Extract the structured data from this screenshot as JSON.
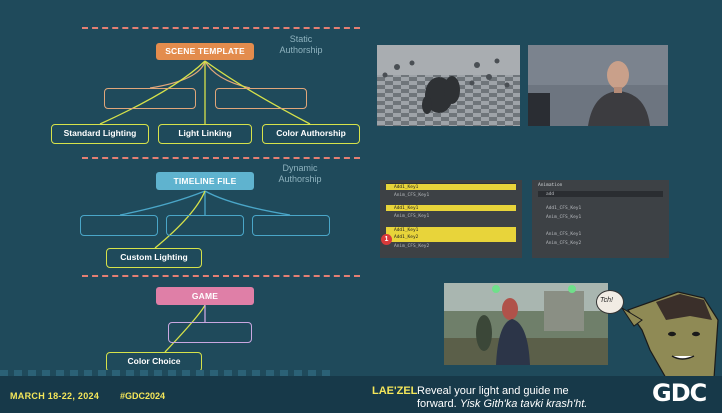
{
  "sections": {
    "static": {
      "label_line1": "Static",
      "label_line2": "Authorship"
    },
    "dynamic": {
      "label_line1": "Dynamic",
      "label_line2": "Authorship"
    }
  },
  "nodes": {
    "scene_template": "SCENE TEMPLATE",
    "timeline_file": "TIMELINE FILE",
    "game": "GAME",
    "standard_lighting": "Standard Lighting",
    "light_linking": "Light Linking",
    "color_authorship": "Color Authorship",
    "custom_lighting": "Custom Lighting",
    "color_choice": "Color Choice"
  },
  "colors": {
    "background": "#1f4a5b",
    "scene_template": "#e38c4d",
    "timeline_file": "#5fb3cf",
    "game": "#df7fa7",
    "highlight_box": "#d6e24a",
    "divider": "#e47f73"
  },
  "timeline_panel": {
    "left_rows": [
      "Add1_Key1",
      "Anim_CFS_Key1",
      "Add1_Key1",
      "Anim_CFS_Key1",
      "Add1_Key1",
      "Add1_Key2",
      "Anim_CFS_Key2"
    ],
    "badge": "1"
  },
  "anim_panel": {
    "header": "Animation",
    "rows": [
      "add",
      "Add1_CFS_Key1",
      "Anim_CFS_Key1",
      "Anim_CFS_Key1",
      "Anim_CFS_Key2"
    ]
  },
  "speech_bubble": "Tch!",
  "footer": {
    "dates": "MARCH 18-22, 2024",
    "hashtag": "#GDC2024",
    "speaker": "LAE'ZEL",
    "subtitle_line1": "Reveal your light and guide me",
    "subtitle_line2_plain": "forward.",
    "subtitle_line2_italic": "Yisk Gith'ka tavki krash'ht.",
    "logo": "GDC"
  }
}
